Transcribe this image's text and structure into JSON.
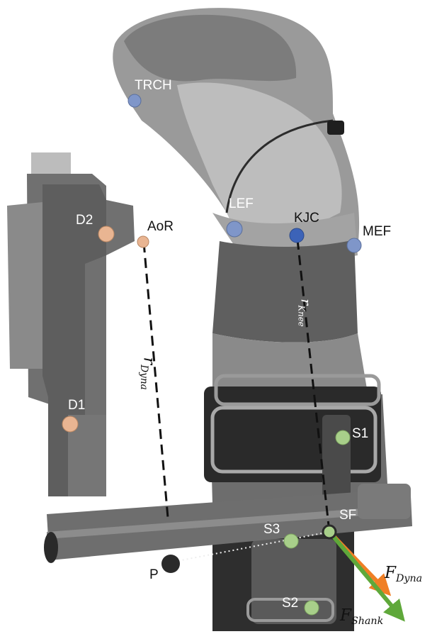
{
  "markers": {
    "trch": "TRCH",
    "d2": "D2",
    "aor": "AoR",
    "lef": "LEF",
    "kjc": "KJC",
    "mef": "MEF",
    "d1": "D1",
    "s1": "S1",
    "s3": "S3",
    "sf": "SF",
    "s2": "S2",
    "p": "P"
  },
  "symbols": {
    "r_dyna": {
      "base": "r",
      "sub": "Dyna"
    },
    "r_knee": {
      "base": "r",
      "sub": "Knee"
    },
    "f_dyna": {
      "base": "F",
      "sub": "Dyna"
    },
    "f_shank": {
      "base": "F",
      "sub": "Shank"
    }
  },
  "colors": {
    "marker_blue": "#7f96c9",
    "marker_blue_dark": "#3c63b8",
    "marker_peach": "#e9b592",
    "marker_green": "#a8cf8a",
    "force_orange": "#f07f25",
    "force_green": "#5fa83a",
    "point_p": "#2a2a2a"
  }
}
